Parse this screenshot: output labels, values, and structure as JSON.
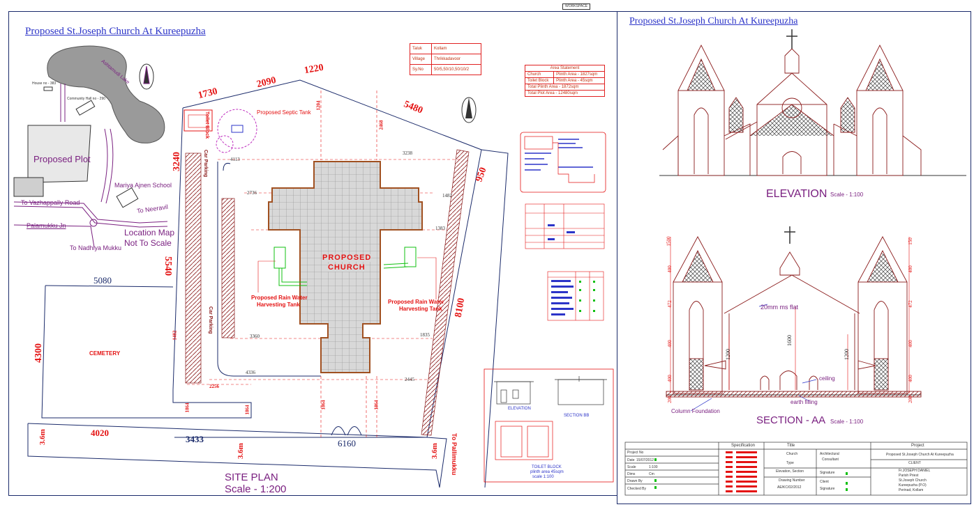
{
  "header_tag": "WORKSPACE",
  "site_plan": {
    "title": "Proposed  St.Joseph Church At Kureepuzha",
    "caption_line1": "SITE PLAN",
    "caption_line2": "Scale - 1:200",
    "proposed_church": "PROPOSED\nCHURCH",
    "proposed_church_l1": "PROPOSED",
    "proposed_church_l2": "CHURCH",
    "cemetery": "CEMETERY",
    "septic_tank": "Proposed Septic Tank",
    "toilet_block": "Toilet Block",
    "rain_tank_left": "Proposed Rain Water\nHarvesting Tank",
    "rain_tank_left_l1": "Proposed Rain Water",
    "rain_tank_left_l2": "Harvesting Tank",
    "rain_tank_right_l1": "Proposed Rain Water",
    "rain_tank_right_l2": "Harvesting Tank",
    "parking_left_top": "Car Parking",
    "parking_left_bottom": "Car Parking",
    "road_to_pallimukku": "To Pallimukku",
    "dimensions": {
      "d1730": "1730",
      "d2090": "2090",
      "d1220": "1220",
      "d5480": "5480",
      "d3240": "3240",
      "d950": "950",
      "d5540": "5540",
      "d5080": "5080",
      "d4300": "4300",
      "d8100": "8100",
      "d4020": "4020",
      "d3433": "3433",
      "d6160": "6160",
      "d3_6m_a": "3.6m",
      "d3_6m_b": "3.6m",
      "d3_6m_c": "3.6m"
    },
    "inner_dims": [
      "4113",
      "3238",
      "2736",
      "1482",
      "1383",
      "3360",
      "1835",
      "4336",
      "2445",
      "1864",
      "1864",
      "1864",
      "1864",
      "1204",
      "2256",
      "2468",
      "1482"
    ]
  },
  "location_map": {
    "proposed_plot": "Proposed Plot",
    "school": "Mariya Ajnen School",
    "to_vazhappally": "To Vazhappally Road",
    "to_neeravil": "To Neeravil",
    "palamukku": "Palamukku Jn",
    "to_nadhiya": "To Nadhiya Mukku",
    "note_l1": "Location Map",
    "note_l2": "Not To Scale",
    "house_no": "House no - 383",
    "community_hall": "Community Hall no - 290",
    "river": "Ashtamudi Lake"
  },
  "land_table": {
    "rows": [
      {
        "k": "Taluk",
        "v": "Kollam"
      },
      {
        "k": "Village",
        "v": "Thrikkadavoor"
      },
      {
        "k": "Sy.No",
        "v": "50/5,50/10,50/10/2"
      }
    ]
  },
  "area_statement": {
    "title": "Area Statement",
    "rows": [
      {
        "k": "Church",
        "v": "Plinth Area - 1827sqm"
      },
      {
        "k": "Toilet Block",
        "v": "Plinth Area - 45sqm"
      },
      {
        "k": "Total Plinth Area - 1872sqm",
        "v": ""
      },
      {
        "k": "Total Plot Area - 12480sqm",
        "v": ""
      }
    ]
  },
  "elevation": {
    "title": "Proposed  St.Joseph Church At Kureepuzha",
    "caption": "ELEVATION",
    "scale": "Scale - 1:100"
  },
  "section": {
    "caption": "SECTION - AA",
    "scale": "Scale - 1:100",
    "slab": "20mm ms flat",
    "height": "1600",
    "left_h": "1200",
    "right_h": "1200",
    "ceiling": "ceiling",
    "earth_filling": "earth filling",
    "column_foundation": "Column Foundation",
    "dims_left": [
      "1500",
      "400",
      "472",
      "400",
      "400",
      "200"
    ],
    "dims_right": [
      "150",
      "400",
      "472",
      "400",
      "400",
      "200"
    ]
  },
  "toilet_detail": {
    "elevation": "ELEVATION",
    "section": "SECTION BB",
    "title_l1": "TOILET BLOCK",
    "title_l2": "plinth area 45sqm",
    "title_l3": "scale 1:100"
  },
  "title_block": {
    "specification": "Specification",
    "title_hdr": "Title",
    "project_hdr": "Project",
    "project_no": "Project No",
    "date_k": "Date",
    "date_v": "15/07/2012",
    "scale_k": "Scale",
    "scale_v": "1:100",
    "dims_k": "Dims",
    "dims_v": "Cm",
    "drawn_by": "Drawn By",
    "checked_by": "Checked By",
    "title_v": "Church",
    "type_k": "Type",
    "type_v": "Elevation, Section",
    "drawing_no_k": "Drawing Number",
    "drawing_no_v": "AE/KC/02/2012",
    "architect": "Architectural\nConsultant",
    "architect_l1": "Architectural",
    "architect_l2": "Consultant",
    "signature": "Signature",
    "client_k": "Client",
    "project_v": "Proposed  St.Joseph Church At Kureepuzha",
    "client_hdr": "CLIENT",
    "client_l1": "Fr.JOSEPH DANIEL",
    "client_l2": "Parish Priest",
    "client_l3": "St.Joseph Church",
    "client_l4": "Kureepuzha (P.O)",
    "client_l5": "Perinad, Kollam"
  },
  "colors": {
    "red": "#e41212",
    "magenta": "#7a2080",
    "blue": "#2c34c8",
    "navy": "#1a2a6a",
    "green": "#10c010"
  }
}
